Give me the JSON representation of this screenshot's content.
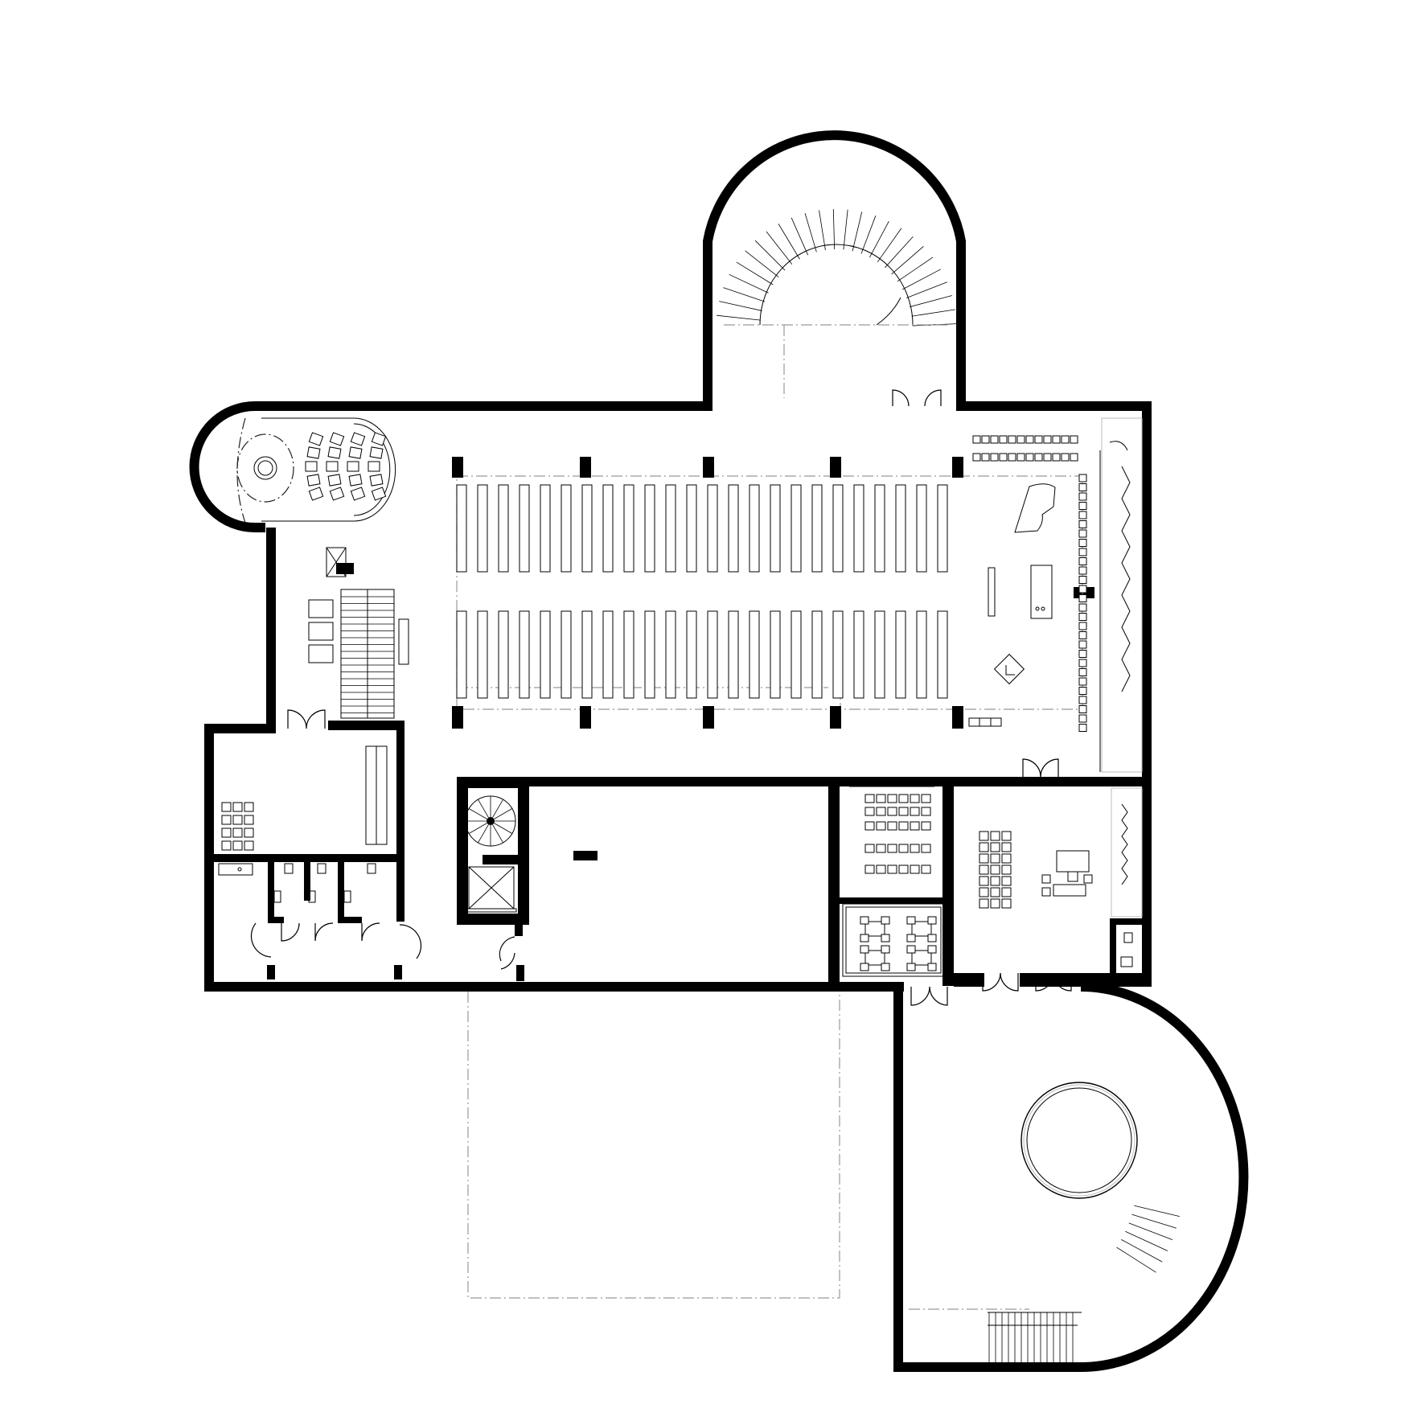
{
  "drawing": {
    "kind": "architectural floor plan",
    "wall_color": "#000000",
    "background_color": "#ffffff",
    "line_color_secondary": "#999999"
  },
  "elements": {
    "church_hall": {
      "bench_columns": 24,
      "bench_rows": 2,
      "pillars": 10
    },
    "north_stair_tower": {
      "type": "spiral stair"
    },
    "west_apse": {
      "type": "small auditorium",
      "chair_rows": 4
    },
    "toilets": {
      "cubicles": 3
    },
    "south_rotunda": {
      "type": "round room with curved stair"
    },
    "meeting_room": {
      "type": "meeting room"
    },
    "classroom": {
      "type": "classroom"
    },
    "cafe": {
      "type": "cafe tables"
    }
  }
}
